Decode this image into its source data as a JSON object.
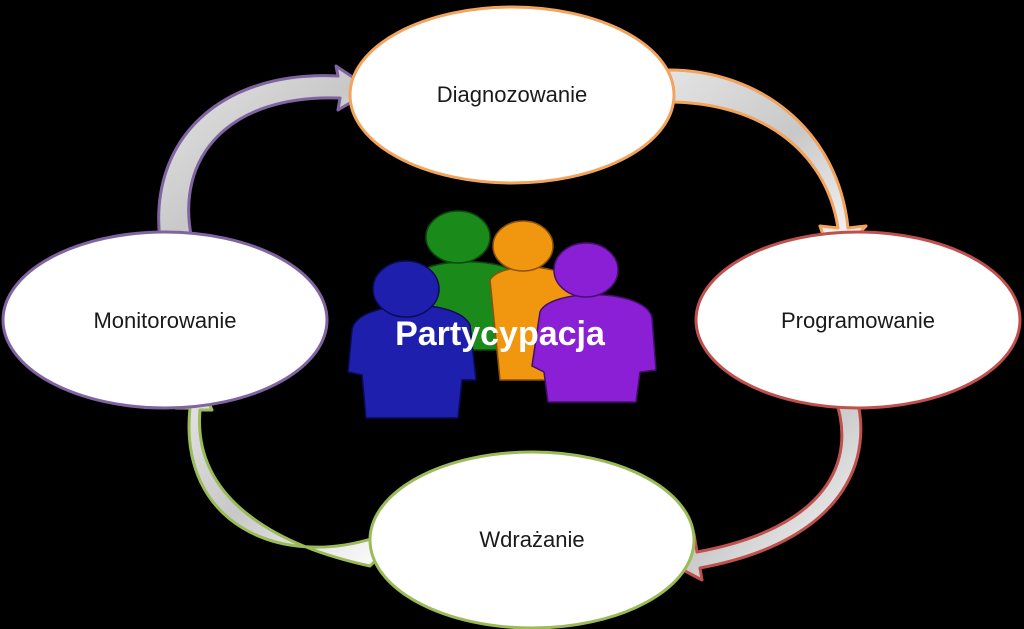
{
  "diagram": {
    "center": {
      "label": "Partycypacja",
      "icon": "people-group-icon",
      "people_colors": [
        "#1f1fae",
        "#1a8a1a",
        "#f0960f",
        "#8a1fd6"
      ]
    },
    "stages": [
      {
        "id": "diagnoza",
        "label": "Diagnozowanie",
        "border_color": "#f2a35c"
      },
      {
        "id": "programowanie",
        "label": "Programowanie",
        "border_color": "#c0504d"
      },
      {
        "id": "wdrazanie",
        "label": "Wdrażanie",
        "border_color": "#9bbb59"
      },
      {
        "id": "monitorowanie",
        "label": "Monitorowanie",
        "border_color": "#8064a2"
      }
    ],
    "arrows": [
      {
        "from": "Diagnozowanie",
        "to": "Programowanie",
        "color": "#f2a35c"
      },
      {
        "from": "Programowanie",
        "to": "Wdrażanie",
        "color": "#c0504d"
      },
      {
        "from": "Wdrażanie",
        "to": "Monitorowanie",
        "color": "#9bbb59"
      },
      {
        "from": "Monitorowanie",
        "to": "Diagnozowanie",
        "color": "#8064a2"
      }
    ]
  }
}
